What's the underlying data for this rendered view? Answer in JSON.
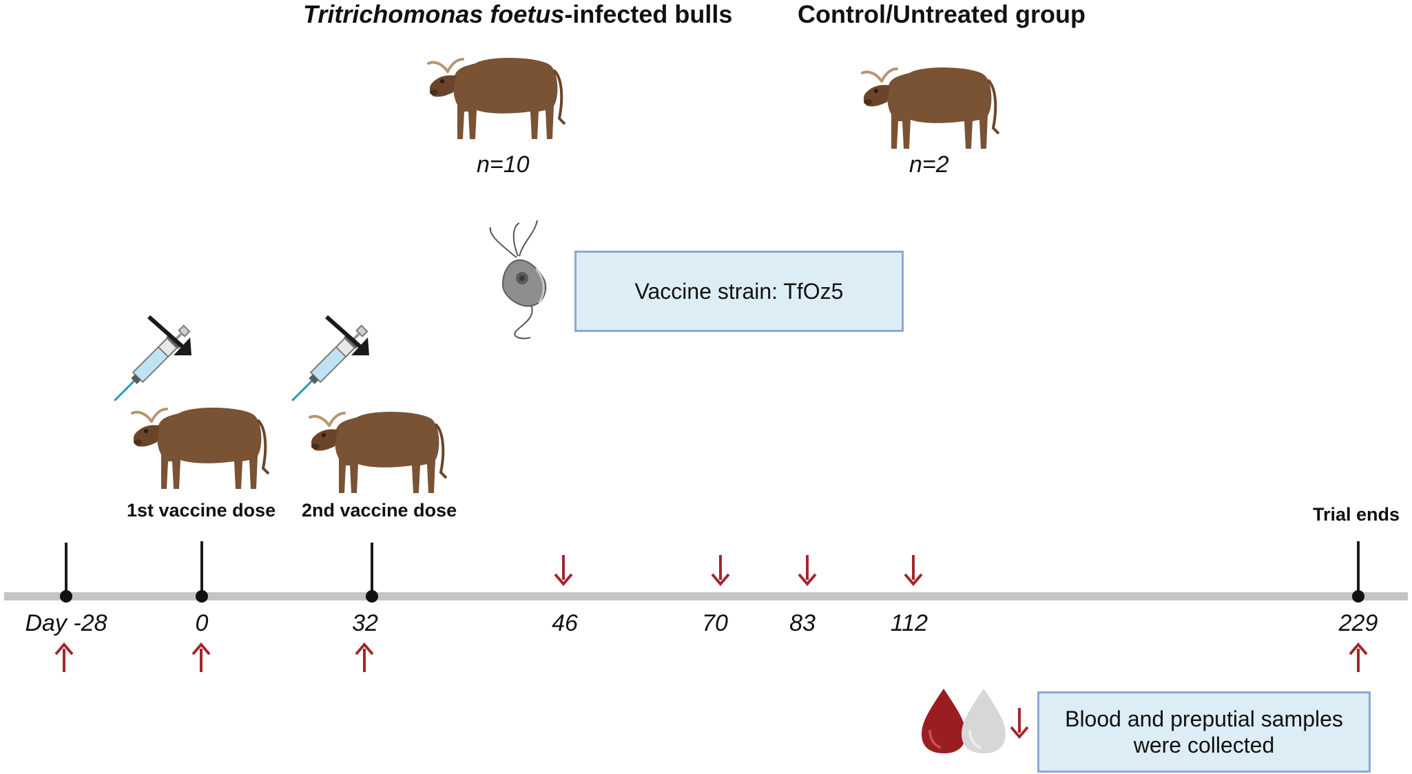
{
  "groups": {
    "infected": {
      "title_italic": "Tritrichomonas foetus",
      "title_rest": "-infected bulls",
      "n": "n=10"
    },
    "control": {
      "title": "Control/Untreated group",
      "n": "n=2"
    }
  },
  "vaccine_box": {
    "label": "Vaccine strain: TfOz5"
  },
  "events": {
    "dose1": "1st vaccine dose",
    "dose2": "2nd vaccine dose",
    "trial_end": "Trial ends"
  },
  "timeline": {
    "days": [
      "Day -28",
      "0",
      "32",
      "46",
      "70",
      "83",
      "112",
      "229"
    ]
  },
  "legend": {
    "label": "Blood and preputial samples were collected"
  },
  "colors": {
    "cow_body": "#7a5234",
    "arrow_red": "#a3262c",
    "box_fill": "#dcedf5",
    "box_border": "#8aa8d8",
    "timeline": "#c4c4c4"
  }
}
